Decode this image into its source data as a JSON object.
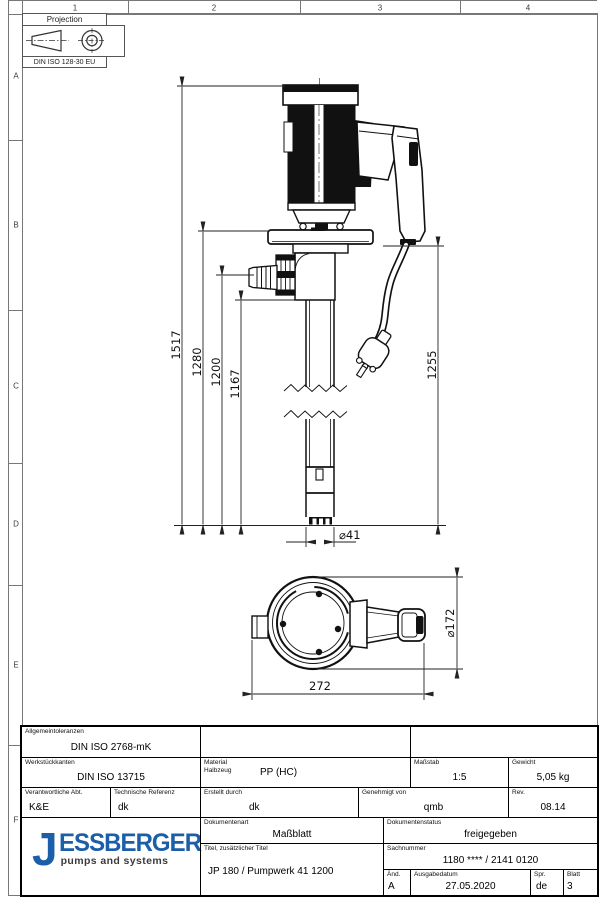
{
  "frame": {
    "columns": [
      "1",
      "2",
      "3",
      "4"
    ],
    "rows": [
      "A",
      "B",
      "C",
      "D",
      "E",
      "F"
    ]
  },
  "projection": {
    "title": "Projection",
    "standard": "DIN ISO 128-30  EU"
  },
  "drawing": {
    "dimensions": {
      "total_height": "1517",
      "flange_height": "1280",
      "outlet_height": "1200",
      "tube_length": "1167",
      "handle_height": "1255",
      "tube_diameter": "⌀41",
      "flange_diameter": "⌀172",
      "overall_width": "272"
    }
  },
  "title_block": {
    "allgemeintoleranzen_label": "Allgemeintoleranzen",
    "allgemeintoleranzen_value": "DIN ISO 2768-mK",
    "werkstueckkanten_label": "Werkstückkanten",
    "werkstueckkanten_value": "DIN ISO 13715",
    "material_label_1": "Material",
    "material_label_2": "Halbzeug",
    "material_value": "PP (HC)",
    "massstab_label": "Maßstab",
    "massstab_value": "1:5",
    "gewicht_label": "Gewicht",
    "gewicht_value": "5,05 kg",
    "verantwortliche_label": "Verantwortliche Abt.",
    "verantwortliche_value": "K&E",
    "referenz_label": "Technische Referenz",
    "referenz_value": "dk",
    "erstellt_label": "Erstellt durch",
    "erstellt_value": "dk",
    "genehmigt_label": "Genehmigt von",
    "genehmigt_value": "qmb",
    "rev_label": "Rev.",
    "rev_value": "08.14",
    "dokumentenart_label": "Dokumentenart",
    "dokumentenart_value": "Maßblatt",
    "dokumentenstatus_label": "Dokumentenstatus",
    "dokumentenstatus_value": "freigegeben",
    "titel_label": "Titel, zusätzlicher Titel",
    "titel_value": "JP 180 / Pumpwerk 41 1200",
    "sachnummer_label": "Sachnummer",
    "sachnummer_value": "1180 **** / 2141 0120",
    "aend_label": "Änd.",
    "aend_value": "A",
    "ausgabedatum_label": "Ausgabedatum",
    "ausgabedatum_value": "27.05.2020",
    "spr_label": "Spr.",
    "spr_value": "de",
    "blatt_label": "Blatt",
    "blatt_value": "3"
  },
  "logo": {
    "initial": "J",
    "name_rest": "ESSBERGER",
    "tagline": "pumps and systems",
    "brand_color": "#1a5fa8"
  }
}
